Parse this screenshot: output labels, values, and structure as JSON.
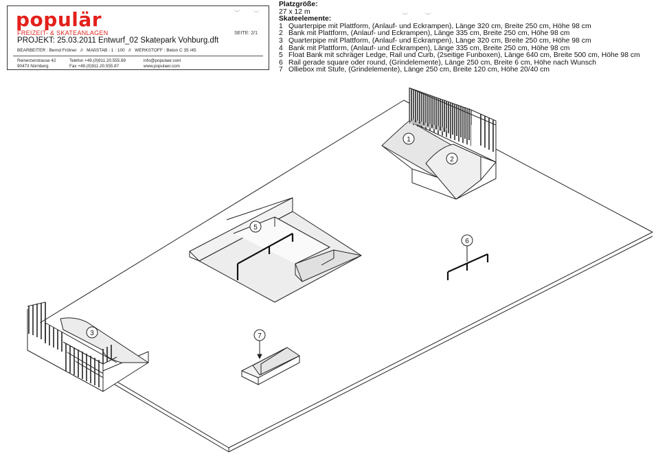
{
  "titleblock": {
    "logo": "populär",
    "subtitle": "FREIZEIT- & SKATEANLAGEN",
    "page": "SEITE: 2/1",
    "project": "PROJEKT: 25.03.2011 Entwurf_02 Skatepark Vohburg.dft",
    "bearbeiter": "BEARBEITER : Bernd Frötner",
    "massstab": "MAßSTAB :  1 : 100",
    "werkstoff": "WERKSTOFF :  Beton C 35 /45",
    "street": "Reinerzerstrasse 42",
    "city": "90473 Nürnberg",
    "phone": "Telefon +49.(0)911.20.555.89",
    "fax": "Fax +49.(0)911.20.555.87",
    "email": "info@populaer.com",
    "web": "www.populaer.com"
  },
  "specs": {
    "size_heading": "Platzgröße:",
    "size_value": "27 x 12 m",
    "elements_heading": "Skateelemente:",
    "items": [
      {
        "n": "1",
        "text": "Quarterpipe mit Plattform, (Anlauf- und Eckrampen), Länge 320 cm, Breite 250 cm, Höhe 98 cm"
      },
      {
        "n": "2",
        "text": "Bank mit Plattform, (Anlauf- und Eckrampen), Länge 335 cm, Breite 250 cm, Höhe 98 cm"
      },
      {
        "n": "3",
        "text": "Quarterpipe mit Plattform, (Anlauf- und Eckrampen), Länge 320 cm, Breite 250 cm, Höhe 98 cm"
      },
      {
        "n": "4",
        "text": "Bank mit Plattform, (Anlauf- und Eckrampen), Länge 335 cm, Breite 250 cm, Höhe 98 cm"
      },
      {
        "n": "5",
        "text": "Float Bank mit schräger Ledge, Rail und Curb, (2seitige Funboxen), Länge 640 cm, Breite 500 cm, Höhe 98 cm"
      },
      {
        "n": "6",
        "text": "Rail gerade square oder round, (Grindelemente), Länge 250 cm, Breite 6 cm, Höhe nach Wunsch"
      },
      {
        "n": "7",
        "text": "Olliebox mit Stufe, (Grindelemente), Länge 250 cm, Breite 120 cm, Höhe 20/40 cm"
      }
    ]
  },
  "plan": {
    "callouts": [
      "1",
      "2",
      "3",
      "5",
      "6",
      "7"
    ]
  },
  "colors": {
    "brand_red": "#e3201b",
    "line": "#222222",
    "fill_shade": "#d9d9d9"
  }
}
